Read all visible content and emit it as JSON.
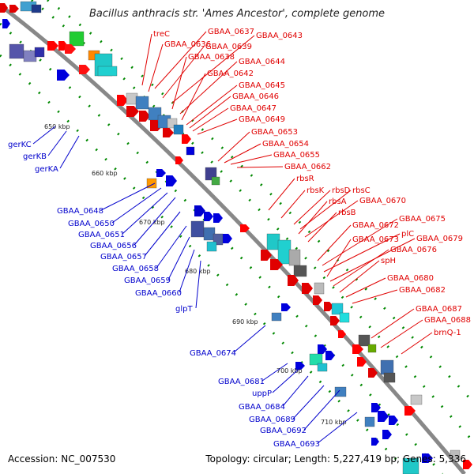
{
  "title": "Bacillus anthracis str. 'Ames Ancestor', complete genome",
  "footer": {
    "accession": "Accession: NC_007530",
    "summary": "Topology: circular; Length: 5,227,419 bp; Genes: 5,336"
  },
  "colors": {
    "forward_label": "#e00000",
    "reverse_label": "#0000cc",
    "backbone": "#888888",
    "tick": "#008800"
  },
  "scale_ticks": [
    "650 kbp",
    "660 kbp",
    "670 kbp",
    "680 kbp",
    "690 kbp",
    "700 kbp",
    "710 kbp"
  ],
  "forward_labels": [
    "treC",
    "GBAA_0637",
    "GBAA_0636",
    "GBAA_0639",
    "GBAA_0643",
    "GBAA_0638",
    "GBAA_0644",
    "GBAA_0642",
    "GBAA_0645",
    "GBAA_0646",
    "GBAA_0647",
    "GBAA_0649",
    "GBAA_0653",
    "GBAA_0654",
    "GBAA_0655",
    "GBAA_0662",
    "rbsR",
    "rbsK",
    "rbsD",
    "rbsC",
    "rbsA",
    "GBAA_0670",
    "rbsB",
    "GBAA_0672",
    "GBAA_0675",
    "plC",
    "GBAA_0673",
    "GBAA_0679",
    "GBAA_0676",
    "spH",
    "GBAA_0680",
    "GBAA_0682",
    "GBAA_0687",
    "GBAA_0688",
    "brnQ-1"
  ],
  "reverse_labels": [
    "gerKC",
    "gerKB",
    "gerKA",
    "GBAA_0648",
    "GBAA_0650",
    "GBAA_0651",
    "GBAA_0656",
    "GBAA_0657",
    "GBAA_0658",
    "GBAA_0659",
    "GBAA_0660",
    "glpT",
    "GBAA_0674",
    "GBAA_0681",
    "uppP",
    "GBAA_0684",
    "GBAA_0689",
    "GBAA_0692",
    "GBAA_0693"
  ]
}
